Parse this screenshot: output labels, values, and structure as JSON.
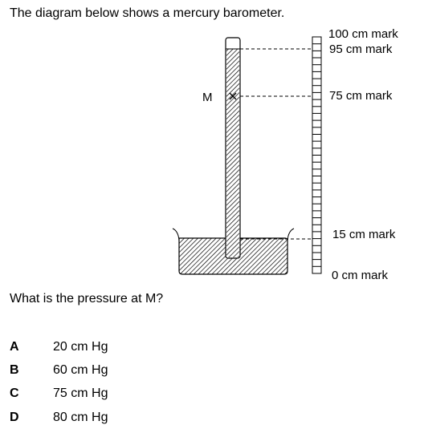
{
  "intro": "The diagram below shows a mercury barometer.",
  "diagram": {
    "point_label": "M",
    "marks": [
      {
        "label": "100 cm mark",
        "value": 100
      },
      {
        "label": "95 cm mark",
        "value": 95
      },
      {
        "label": "75 cm mark",
        "value": 75
      },
      {
        "label": "15 cm mark",
        "value": 15
      },
      {
        "label": "0 cm mark",
        "value": 0
      }
    ]
  },
  "question": "What is the pressure at M?",
  "options": [
    {
      "letter": "A",
      "text": "20 cm Hg"
    },
    {
      "letter": "B",
      "text": "60 cm Hg"
    },
    {
      "letter": "C",
      "text": "75 cm Hg"
    },
    {
      "letter": "D",
      "text": "80 cm Hg"
    }
  ]
}
